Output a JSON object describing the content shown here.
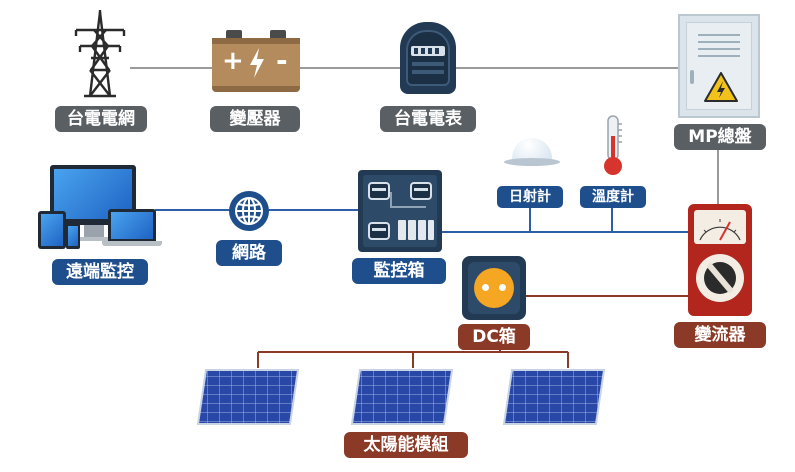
{
  "labels": {
    "grid": "台電電網",
    "transformer": "變壓器",
    "meter": "台電電表",
    "mp_panel": "MP總盤",
    "remote": "遠端監控",
    "network": "網路",
    "monitor_box": "監控箱",
    "irradiance": "日射計",
    "thermometer": "溫度計",
    "inverter": "變流器",
    "dc_box": "DC箱",
    "solar_modules": "太陽能模組"
  },
  "transformer_symbols": {
    "plus": "+",
    "minus": "-"
  },
  "colors": {
    "line": "#9a9a9a",
    "blue_line": "#2d5ea8",
    "brown_line": "#8a3a26",
    "label_gray": "#5a5f63",
    "label_blue": "#1e4f8c",
    "label_brown": "#8a3a26"
  },
  "icons": [
    "tower-icon",
    "battery-icon",
    "meter-icon",
    "panel-icon",
    "computer-icon",
    "globe-icon",
    "monitor-box-icon",
    "dome-sensor-icon",
    "thermometer-icon",
    "inverter-icon",
    "dc-box-icon",
    "solar-panel-icon"
  ]
}
